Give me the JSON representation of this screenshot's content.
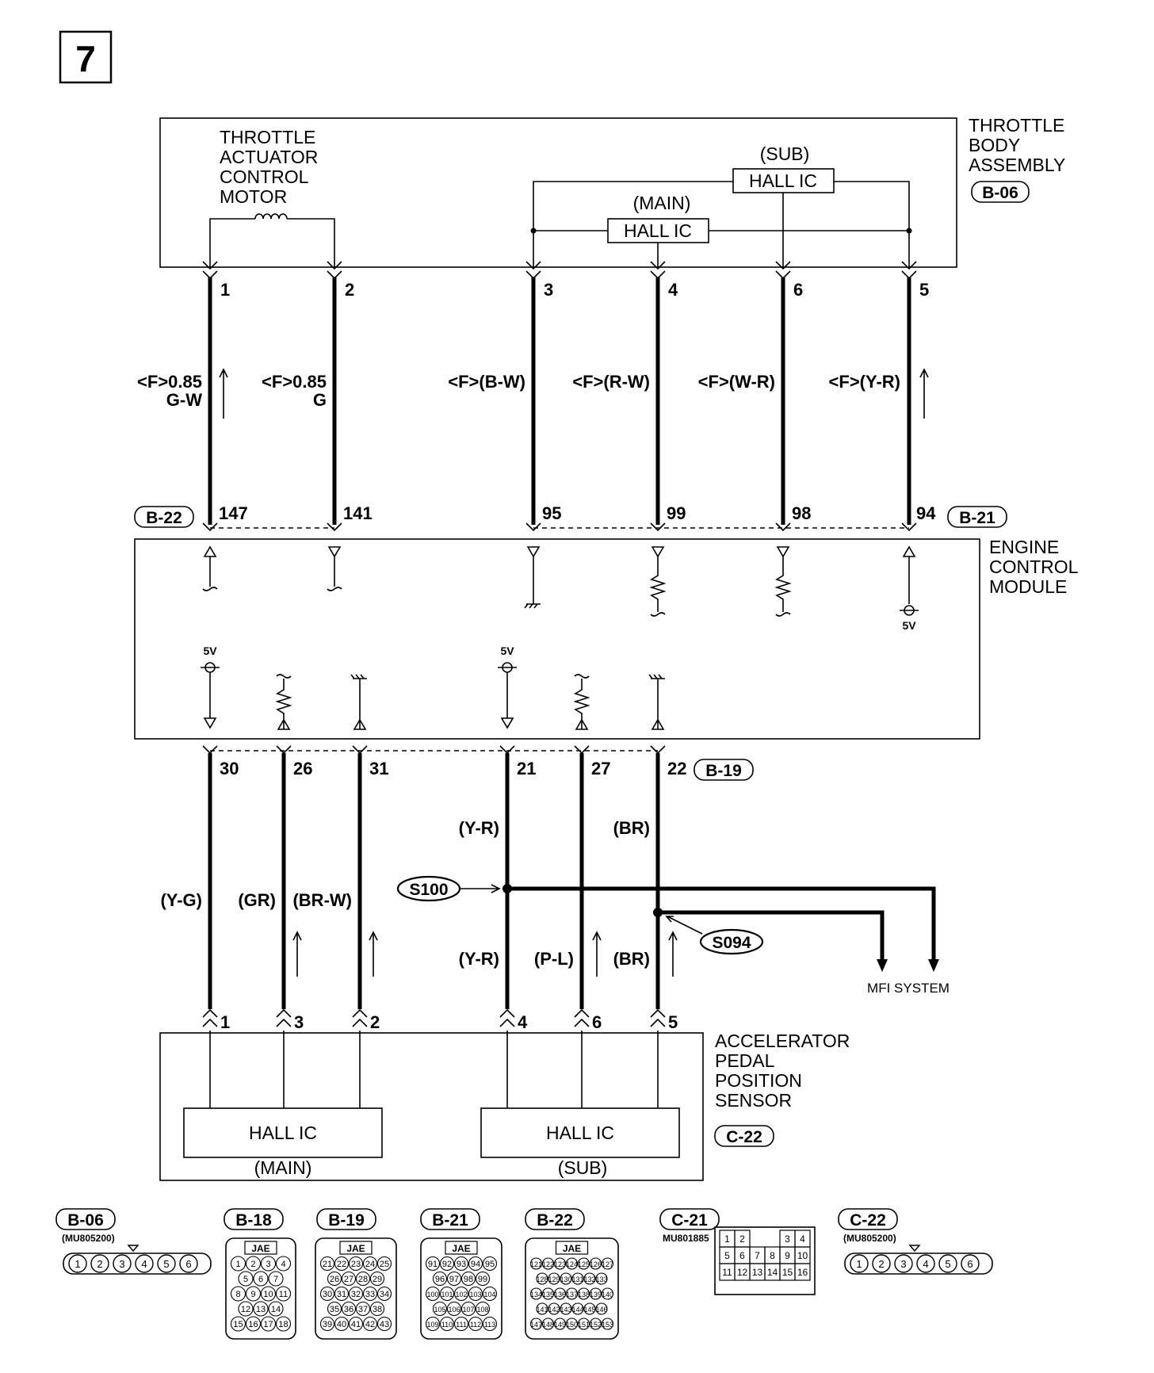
{
  "page_number": "7",
  "components": {
    "throttle_body": {
      "label": [
        "THROTTLE",
        "BODY",
        "ASSEMBLY"
      ],
      "connector": "B-06"
    },
    "motor": {
      "label": [
        "THROTTLE",
        "ACTUATOR",
        "CONTROL",
        "MOTOR"
      ]
    },
    "hall_main_top": {
      "label": "HALL IC",
      "tag": "(MAIN)"
    },
    "hall_sub_top": {
      "label": "HALL IC",
      "tag": "(SUB)"
    },
    "ecm": {
      "label": [
        "ENGINE",
        "CONTROL",
        "MODULE"
      ]
    },
    "apps": {
      "label": [
        "ACCELERATOR",
        "PEDAL",
        "POSITION",
        "SENSOR"
      ],
      "connector": "C-22"
    },
    "hall_main_bottom": {
      "label": "HALL IC",
      "tag": "(MAIN)"
    },
    "hall_sub_bottom": {
      "label": "HALL IC",
      "tag": "(SUB)"
    },
    "mfi": {
      "label": "MFI SYSTEM"
    }
  },
  "upper_wires": [
    {
      "tb_pin": "1",
      "ecm_pin": "147",
      "label": [
        "<F>0.85",
        "G-W"
      ]
    },
    {
      "tb_pin": "2",
      "ecm_pin": "141",
      "label": [
        "<F>0.85",
        "G"
      ]
    },
    {
      "tb_pin": "3",
      "ecm_pin": "95",
      "label": [
        "<F>(B-W)"
      ]
    },
    {
      "tb_pin": "4",
      "ecm_pin": "99",
      "label": [
        "<F>(R-W)"
      ]
    },
    {
      "tb_pin": "6",
      "ecm_pin": "98",
      "label": [
        "<F>(W-R)"
      ]
    },
    {
      "tb_pin": "5",
      "ecm_pin": "94",
      "label": [
        "<F>(Y-R)"
      ]
    }
  ],
  "ecm_connectors": {
    "upper_left": "B-22",
    "upper_right": "B-21",
    "lower": "B-19"
  },
  "ecm_voltages": {
    "top_right": "5V",
    "bottom_a": "5V",
    "bottom_b": "5V"
  },
  "lower_wires": [
    {
      "ecm_pin": "30",
      "sensor_pin": "1",
      "label_top": "",
      "label_mid": "(Y-G)",
      "label_bot": ""
    },
    {
      "ecm_pin": "26",
      "sensor_pin": "3",
      "label_top": "",
      "label_mid": "(GR)",
      "label_bot": ""
    },
    {
      "ecm_pin": "31",
      "sensor_pin": "2",
      "label_top": "",
      "label_mid": "(BR-W)",
      "label_bot": ""
    },
    {
      "ecm_pin": "21",
      "sensor_pin": "4",
      "label_top": "(Y-R)",
      "label_mid": "",
      "label_bot": "(Y-R)"
    },
    {
      "ecm_pin": "27",
      "sensor_pin": "6",
      "label_top": "",
      "label_mid": "",
      "label_bot": "(P-L)"
    },
    {
      "ecm_pin": "22",
      "sensor_pin": "5",
      "label_top": "(BR)",
      "label_mid": "",
      "label_bot": "(BR)"
    }
  ],
  "splices": {
    "s100": "S100",
    "s094": "S094"
  },
  "connector_views": [
    {
      "id": "B-06",
      "part": "(MU805200)",
      "rows": [
        [
          "1",
          "2",
          "3",
          "4",
          "5",
          "6"
        ]
      ]
    },
    {
      "id": "B-18",
      "jae": "JAE",
      "rows": [
        [
          "1",
          "2",
          "3",
          "4"
        ],
        [
          "5",
          "6",
          "7"
        ],
        [
          "8",
          "9",
          "10",
          "11"
        ],
        [
          "12",
          "13",
          "14"
        ],
        [
          "15",
          "16",
          "17",
          "18"
        ]
      ]
    },
    {
      "id": "B-19",
      "jae": "JAE",
      "rows": [
        [
          "21",
          "22",
          "23",
          "24",
          "25"
        ],
        [
          "26",
          "27",
          "28",
          "29"
        ],
        [
          "30",
          "31",
          "32",
          "33",
          "34"
        ],
        [
          "35",
          "36",
          "37",
          "38"
        ],
        [
          "39",
          "40",
          "41",
          "42",
          "43"
        ]
      ]
    },
    {
      "id": "B-21",
      "jae": "JAE",
      "rows": [
        [
          "91",
          "92",
          "93",
          "94",
          "95"
        ],
        [
          "96",
          "97",
          "98",
          "99"
        ],
        [
          "100",
          "101",
          "102",
          "103",
          "104"
        ],
        [
          "105",
          "106",
          "107",
          "108"
        ],
        [
          "109",
          "110",
          "111",
          "112",
          "113"
        ]
      ]
    },
    {
      "id": "B-22",
      "jae": "JAE",
      "rows": [
        [
          "121",
          "122",
          "123",
          "124",
          "125",
          "126",
          "127"
        ],
        [
          "128",
          "129",
          "130",
          "131",
          "132",
          "133"
        ],
        [
          "134",
          "135",
          "136",
          "137",
          "138",
          "139",
          "140"
        ],
        [
          "141",
          "142",
          "143",
          "144",
          "145",
          "146"
        ],
        [
          "147",
          "148",
          "149",
          "150",
          "151",
          "152",
          "153"
        ]
      ]
    },
    {
      "id": "C-21",
      "part": "MU801885",
      "rows": [
        [
          "1",
          "2",
          "",
          "3",
          "4"
        ],
        [
          "5",
          "6",
          "7",
          "8",
          "9",
          "10"
        ],
        [
          "11",
          "12",
          "13",
          "14",
          "15",
          "16"
        ]
      ]
    },
    {
      "id": "C-22",
      "part": "(MU805200)",
      "rows": [
        [
          "1",
          "2",
          "3",
          "4",
          "5",
          "6"
        ]
      ]
    }
  ]
}
